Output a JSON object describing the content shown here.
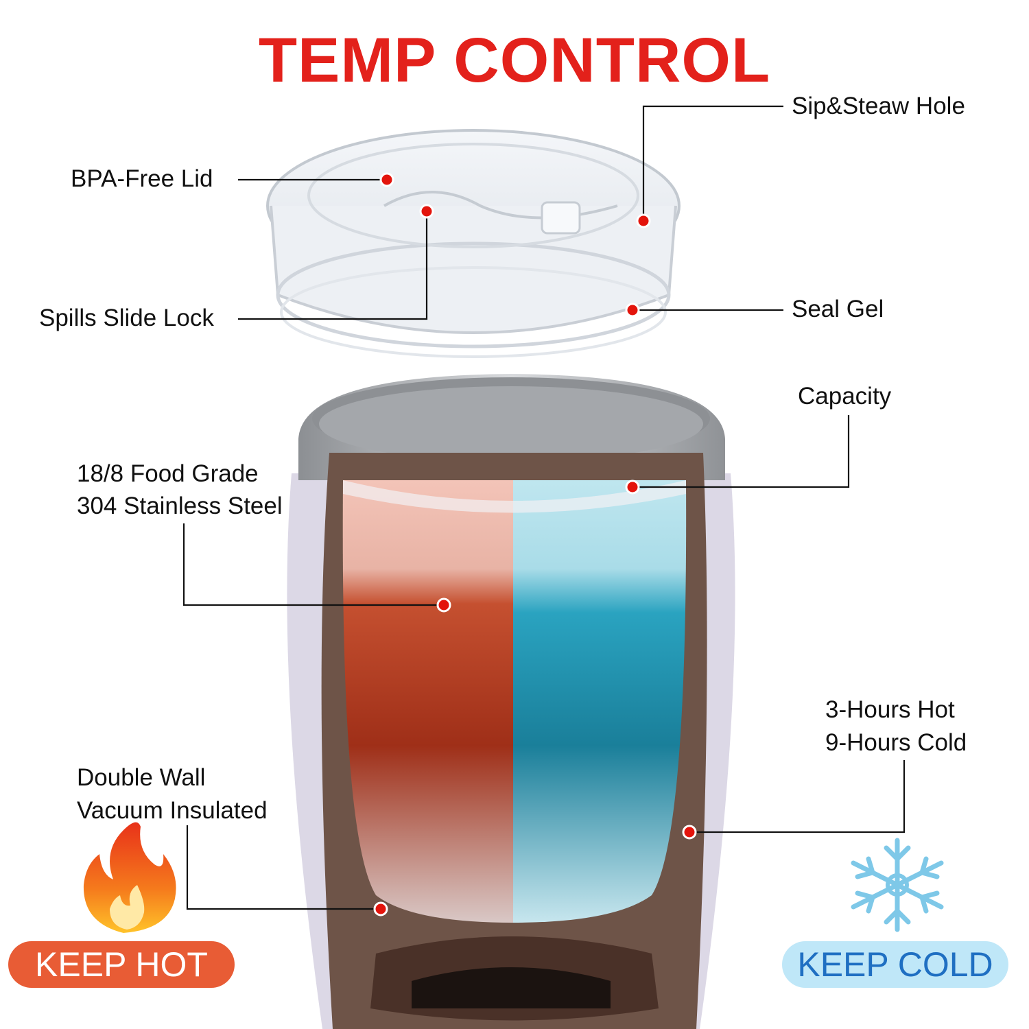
{
  "title": "TEMP CONTROL",
  "labels": {
    "sip_hole": "Sip&Steaw Hole",
    "lid": "BPA-Free Lid",
    "slide_lock": "Spills Slide Lock",
    "seal_gel": "Seal Gel",
    "capacity": "Capacity",
    "steel_line1": "18/8 Food Grade",
    "steel_line2": "304 Stainless Steel",
    "hours_line1": "3-Hours Hot",
    "hours_line2": "9-Hours Cold",
    "wall_line1": "Double Wall",
    "wall_line2": "Vacuum Insulated"
  },
  "badges": {
    "hot": "KEEP HOT",
    "cold": "KEEP COLD"
  },
  "icons": {
    "hot": "flame-icon",
    "cold": "snowflake-icon"
  },
  "colors": {
    "title": "#e3211b",
    "marker": "#e3140c",
    "hot_badge": "#e85c35",
    "cold_badge": "#bfe7f8",
    "cold_text": "#1f6fc2",
    "hot_liquid": "#b03a1f",
    "cold_liquid": "#1d8fb0"
  }
}
